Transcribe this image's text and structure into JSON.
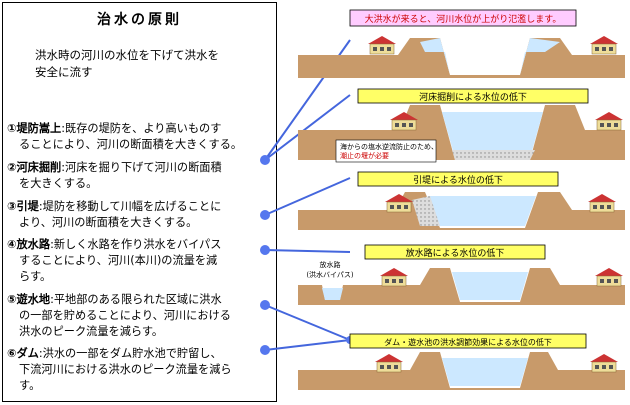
{
  "panel": {
    "title": "治水の原則",
    "intro_line1": "洪水時の河川の水位を下げて洪水を",
    "intro_line2": "安全に流す",
    "methods": [
      {
        "num": "①",
        "name": "堤防嵩上",
        "lines": [
          ":既存の堤防を、より高いものす",
          "ることにより、河川の断面積を大きくする。"
        ]
      },
      {
        "num": "②",
        "name": "河床掘削",
        "lines": [
          ":河床を掘り下げて河川の断面積",
          "を大きくする。"
        ]
      },
      {
        "num": "③",
        "name": "引堤",
        "lines": [
          ":堤防を移動して川幅を広げることに",
          "より、河川の断面積を大きくする。"
        ]
      },
      {
        "num": "④",
        "name": "放水路",
        "lines": [
          ":新しく水路を作り洪水をバイパス",
          "することにより、河川(本川)の流量を減",
          "らす。"
        ]
      },
      {
        "num": "⑤",
        "name": "遊水地",
        "lines": [
          ":平地部のある限られた区域に洪水",
          "の一部を貯めることにより、河川における",
          "洪水のピーク流量を減らす。"
        ]
      },
      {
        "num": "⑥",
        "name": "ダム",
        "lines": [
          ":洪水の一部をダム貯水池で貯留し、",
          "下流河川における洪水のピーク流量を減ら",
          "す。"
        ]
      }
    ]
  },
  "diagram": {
    "top_banner": "大洪水が来ると、河川水位が上がり氾濫します。",
    "banners": [
      "河床掘削による水位の低下",
      "引堤による水位の低下",
      "放水路による水位の低下",
      "ダム・遊水池の洪水調節効果による水位の低下"
    ],
    "note_lines": [
      "海からの塩水逆流防止のため、",
      "潮止の堰が必要"
    ],
    "bypass_label1": "放水路",
    "bypass_label2": "(洪水バイパス)",
    "colors": {
      "banner": "#ffff66",
      "top_banner": "#ffccff",
      "ground": "#c89a6a",
      "water": "#cce8ff",
      "roof": "#cc3333",
      "connector": "#4466dd"
    }
  }
}
